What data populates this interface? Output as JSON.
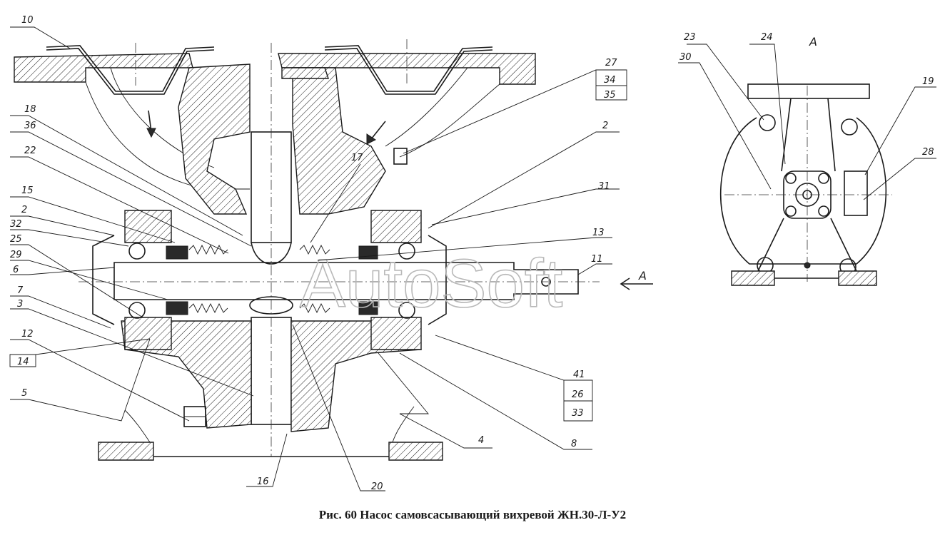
{
  "caption": "Рис. 60 Насос самовсасывающий вихревой ЖН.30-Л-У2",
  "watermark": "AutoSoft",
  "view_label": "А",
  "arrow_label": "А",
  "callouts": {
    "c10": "10",
    "c18": "18",
    "c36": "36",
    "c22": "22",
    "c15": "15",
    "c2a": "2",
    "c32": "32",
    "c25": "25",
    "c29": "29",
    "c6": "6",
    "c7": "7",
    "c3": "3",
    "c12": "12",
    "c14": "14",
    "c5": "5",
    "c27": "27",
    "c34": "34",
    "c35": "35",
    "c2b": "2",
    "c17": "17",
    "c31": "31",
    "c13": "13",
    "c11": "11",
    "c41": "41",
    "c26": "26",
    "c33": "33",
    "c8": "8",
    "c4": "4",
    "c20": "20",
    "c16": "16",
    "c23": "23",
    "c30": "30",
    "c24": "24",
    "c19": "19",
    "c28": "28"
  }
}
